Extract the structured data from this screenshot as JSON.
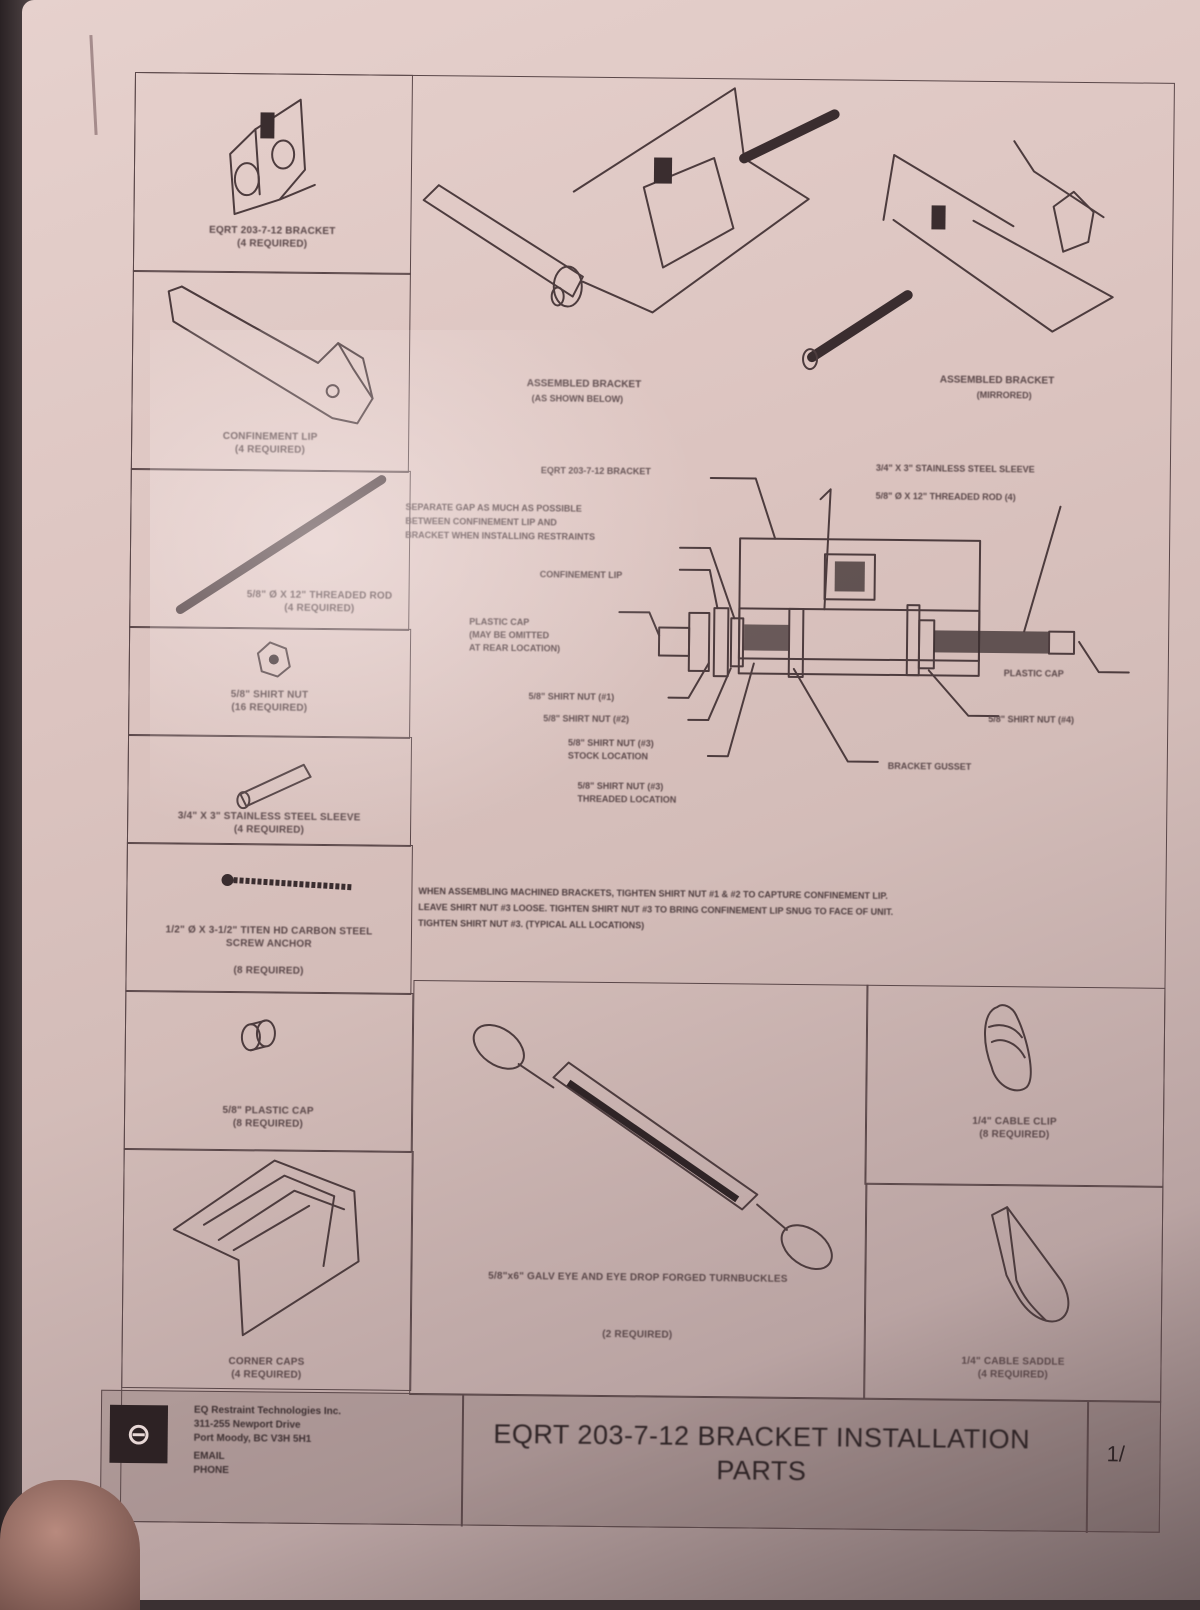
{
  "document": {
    "title_line1": "EQRT 203-7-12 BRACKET INSTALLATION",
    "title_line2": "PARTS",
    "page_number": "1/",
    "company": {
      "name": "EQ Restraint Technologies Inc.",
      "address_line1": "311-255 Newport Drive",
      "address_line2": "Port Moody, BC V3H 5H1",
      "email_label": "EMAIL",
      "phone_label": "PHONE",
      "logo_glyph": "⊖"
    }
  },
  "parts": [
    {
      "id": "bracket",
      "name": "EQRT 203-7-12 BRACKET",
      "qty": "(4 REQUIRED)"
    },
    {
      "id": "confinement-lip",
      "name": "CONFINEMENT LIP",
      "qty": "(4 REQUIRED)"
    },
    {
      "id": "threaded-rod",
      "name": "5/8\" Ø X 12\" THREADED ROD",
      "qty": "(4 REQUIRED)"
    },
    {
      "id": "shirt-nut",
      "name": "5/8\" SHIRT NUT",
      "qty": "(16 REQUIRED)"
    },
    {
      "id": "sleeve",
      "name": "3/4\" X 3\" STAINLESS STEEL SLEEVE",
      "qty": "(4 REQUIRED)"
    },
    {
      "id": "anchor",
      "name": "1/2\" Ø X 3-1/2\" TITEN HD CARBON STEEL SCREW ANCHOR",
      "qty": "(8 REQUIRED)"
    },
    {
      "id": "plastic-cap",
      "name": "5/8\" PLASTIC CAP",
      "qty": "(8 REQUIRED)"
    },
    {
      "id": "corner-caps",
      "name": "CORNER CAPS",
      "qty": "(4 REQUIRED)"
    },
    {
      "id": "turnbuckles",
      "name": "5/8\"x6\" GALV EYE AND EYE DROP FORGED TURNBUCKLES",
      "qty": "(2 REQUIRED)"
    },
    {
      "id": "cable-clip",
      "name": "1/4\" CABLE CLIP",
      "qty": "(8 REQUIRED)"
    },
    {
      "id": "cable-saddle",
      "name": "1/4\" CABLE SADDLE",
      "qty": "(4 REQUIRED)"
    }
  ],
  "assembly": {
    "view1_label": "ASSEMBLED BRACKET",
    "view1_sub": "(AS SHOWN BELOW)",
    "view2_label": "ASSEMBLED BRACKET",
    "view2_sub": "(MIRRORED)"
  },
  "callouts": {
    "bracket": "EQRT 203-7-12 BRACKET",
    "separate_gap": "SEPARATE GAP AS MUCH AS POSSIBLE",
    "separate_gap_2": "BETWEEN CONFINEMENT LIP AND",
    "separate_gap_3": "BRACKET WHEN INSTALLING RESTRAINTS",
    "confinement_lip": "CONFINEMENT LIP",
    "plastic_cap_left_1": "PLASTIC CAP",
    "plastic_cap_left_2": "(MAY BE OMITTED",
    "plastic_cap_left_3": "AT REAR LOCATION)",
    "shirt_nut_1": "5/8\" SHIRT NUT (#1)",
    "shirt_nut_2": "5/8\" SHIRT NUT (#2)",
    "shirt_nut_3a": "5/8\" SHIRT NUT (#3)",
    "shirt_nut_3b": "STOCK LOCATION",
    "shirt_nut_4a": "5/8\" SHIRT NUT (#3)",
    "shirt_nut_4b": "THREADED LOCATION",
    "sleeve": "3/4\" X 3\" STAINLESS STEEL SLEEVE",
    "threaded_rod": "5/8\" Ø X 12\" THREADED ROD (4)",
    "plastic_cap_right": "PLASTIC CAP",
    "shirt_nut_right": "5/8\" SHIRT NUT (#4)",
    "bracket_gusset": "BRACKET GUSSET"
  },
  "instructions": {
    "line1": "WHEN ASSEMBLING MACHINED BRACKETS, TIGHTEN SHIRT NUT #1 & #2 TO CAPTURE CONFINEMENT LIP.",
    "line2": "LEAVE SHIRT NUT #3 LOOSE. TIGHTEN SHIRT NUT #3 TO BRING CONFINEMENT LIP SNUG TO FACE OF UNIT.",
    "line3": "TIGHTEN SHIRT NUT #3. (TYPICAL ALL LOCATIONS)"
  }
}
